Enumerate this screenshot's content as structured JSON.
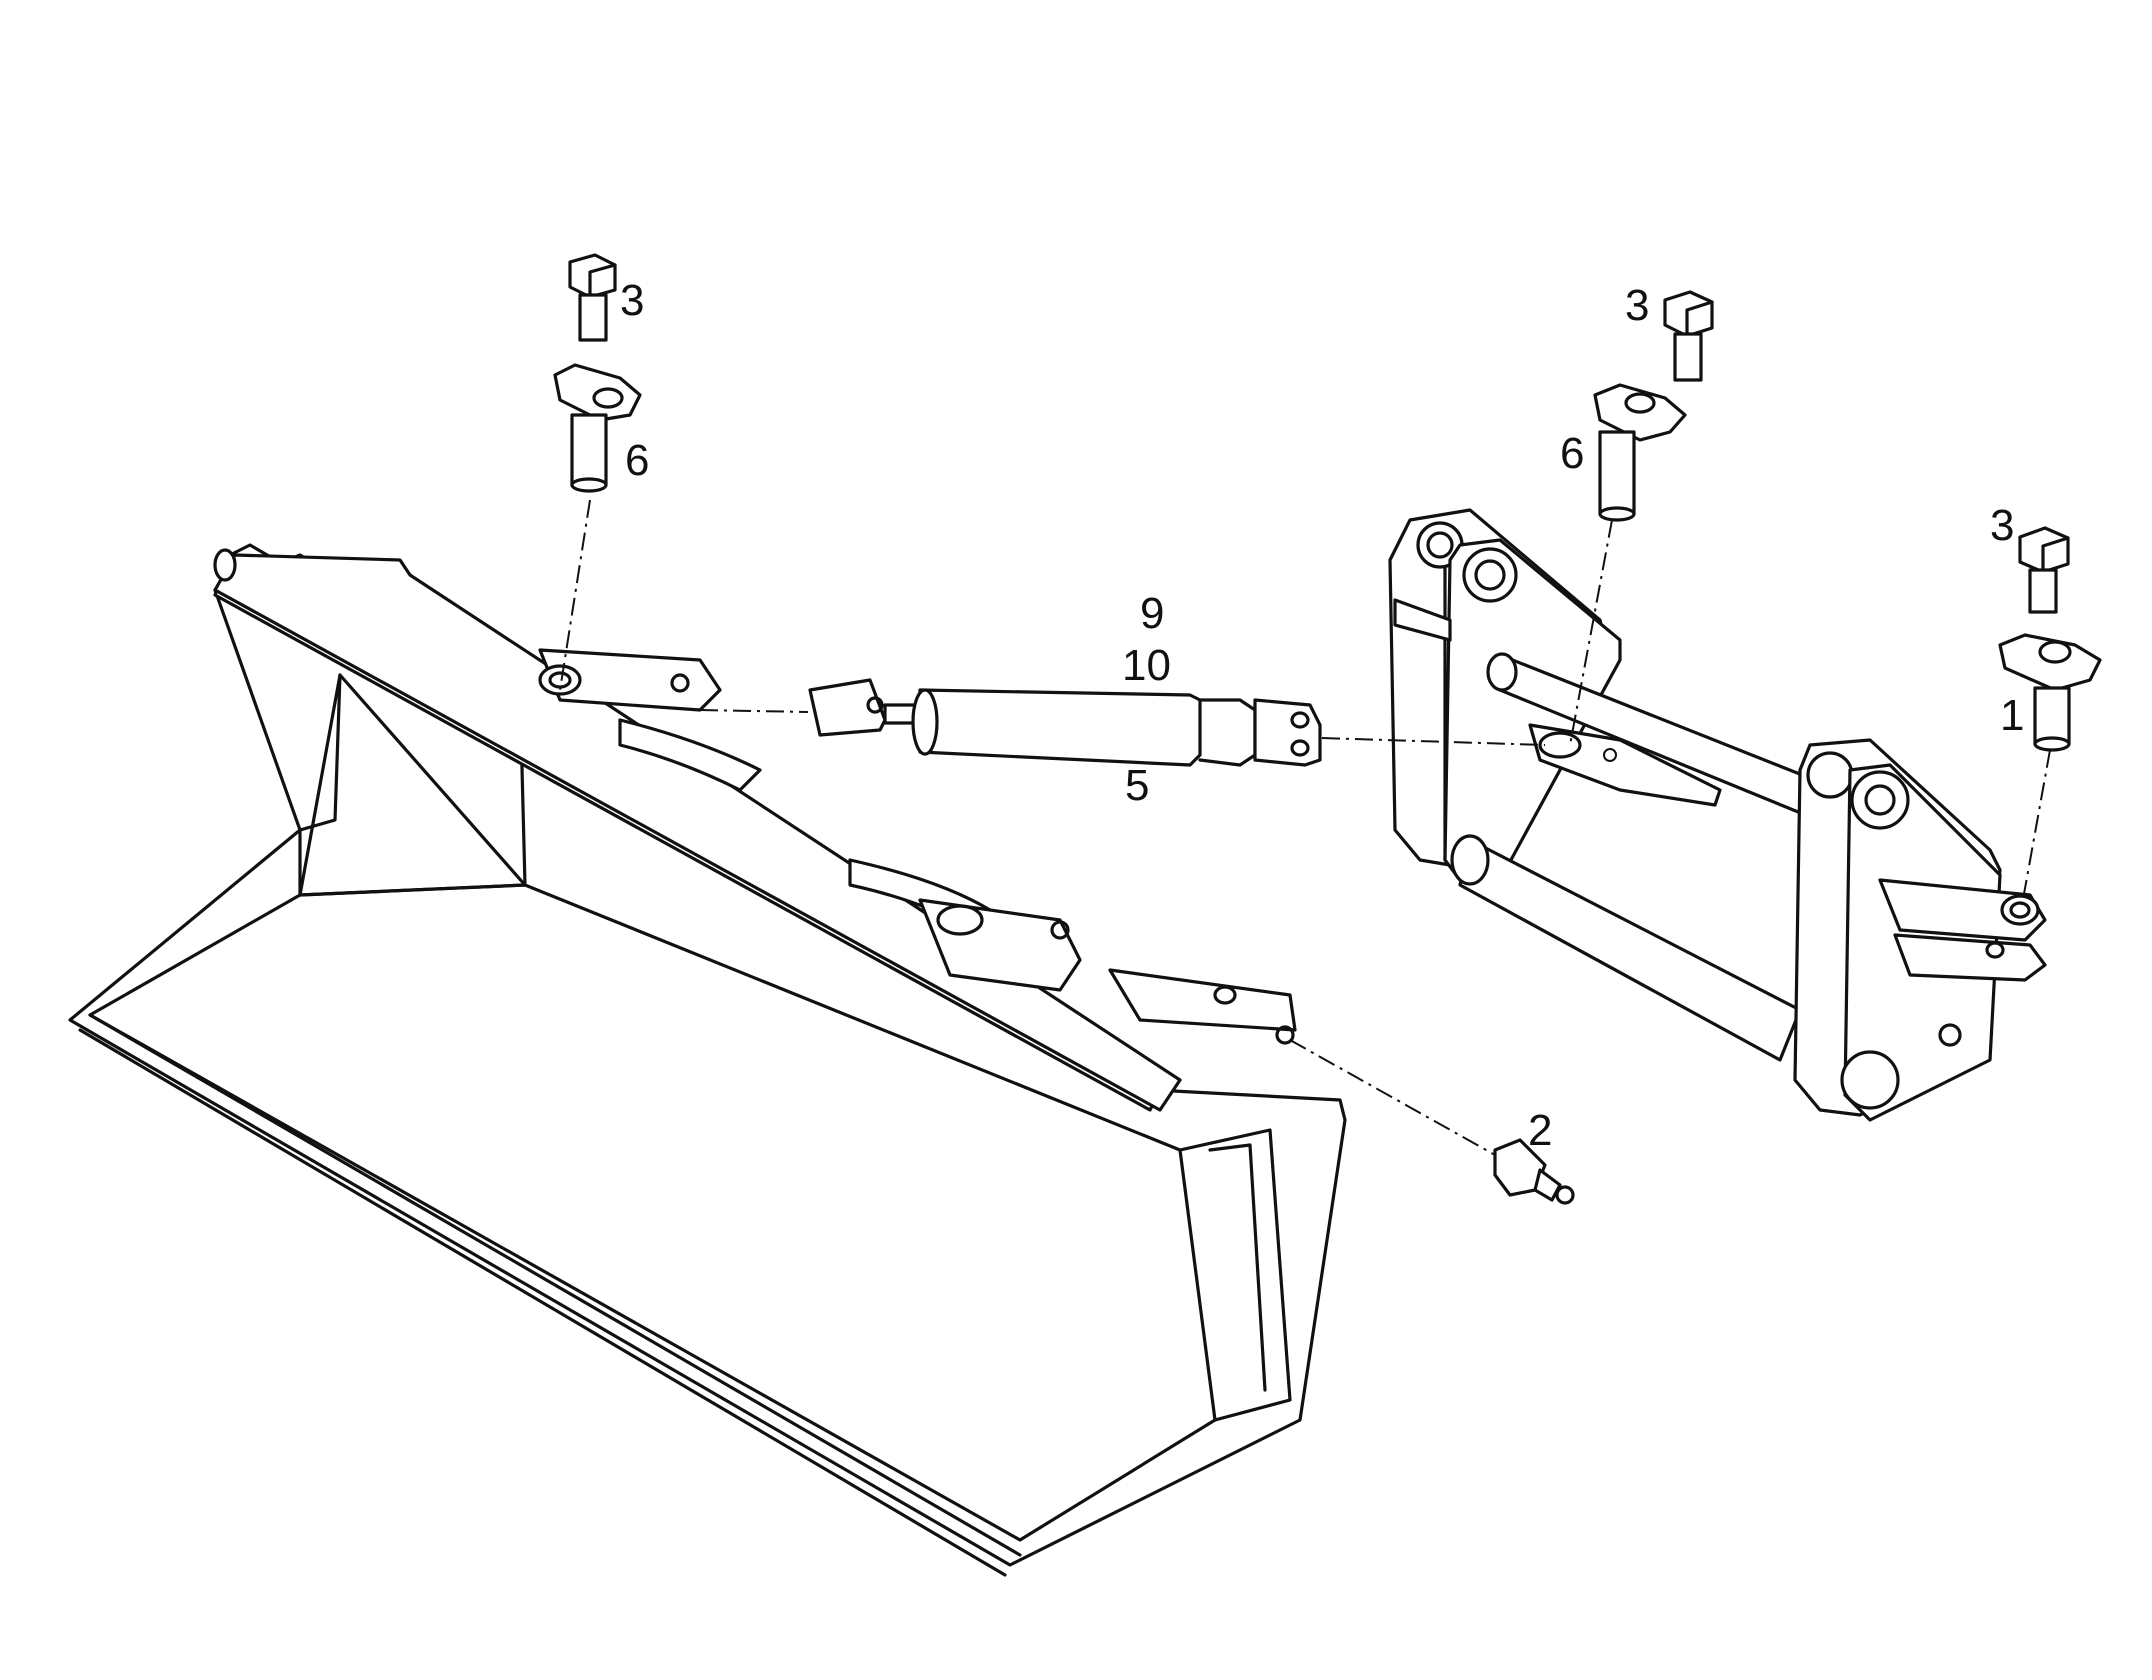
{
  "callouts": {
    "bolt_top_left": "3",
    "pin_left": "6",
    "bolt_top_right": "3",
    "pin_right": "6",
    "bolt_far_right": "3",
    "pin_far_right": "1",
    "cylinder_a": "9",
    "cylinder_b": "10",
    "cylinder_c": "5",
    "grease_nipple": "2"
  },
  "colors": {
    "line": "#111111",
    "background": "#ffffff"
  }
}
